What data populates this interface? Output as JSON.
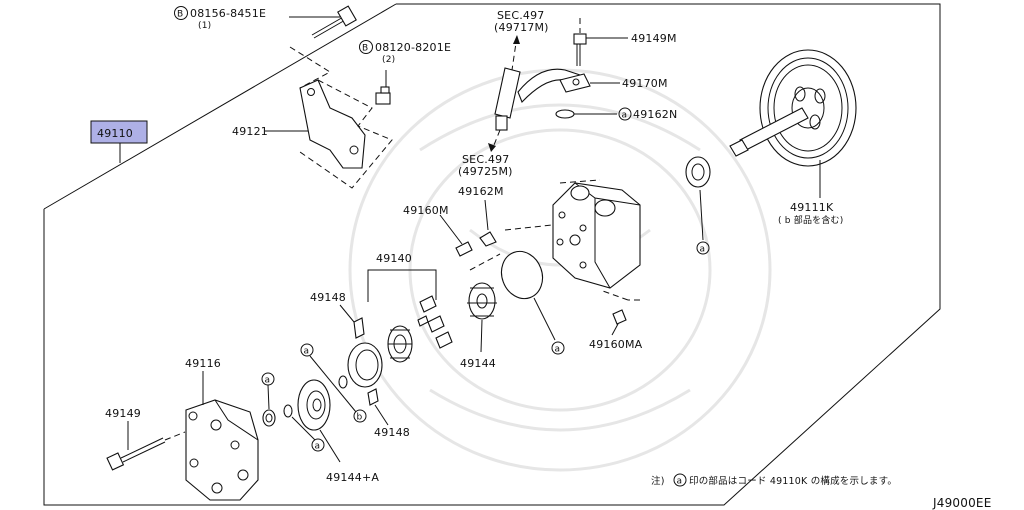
{
  "diagram_code": "J49000EE",
  "assembly_label": "49110",
  "labels": {
    "bolt_08156": "08156-8451E",
    "bolt_08156_qty": "(1)",
    "bolt_08120": "08120-8201E",
    "bolt_08120_qty": "(2)",
    "sec_upper": "SEC.497",
    "sec_upper_ref": "(49717M)",
    "sec_lower": "SEC.497",
    "sec_lower_ref": "(49725M)",
    "p49149m": "49149M",
    "p49170m": "49170M",
    "p49162n": "49162N",
    "p49121": "49121",
    "p49162m": "49162M",
    "p49160m": "49160M",
    "p49111k": "49111K",
    "p49111k_note": "( b 部品を含む)",
    "p49140": "49140",
    "p49148_top": "49148",
    "p49148_bottom": "49148",
    "p49144": "49144",
    "p49160ma": "49160MA",
    "p49116": "49116",
    "p49149": "49149",
    "p49144a": "49144+A",
    "circle_a": "a",
    "circle_b": "b",
    "circle_B": "B"
  },
  "footnote": {
    "prefix": "注)",
    "text": "印の部品はコード 49110K の構成を示します。"
  }
}
